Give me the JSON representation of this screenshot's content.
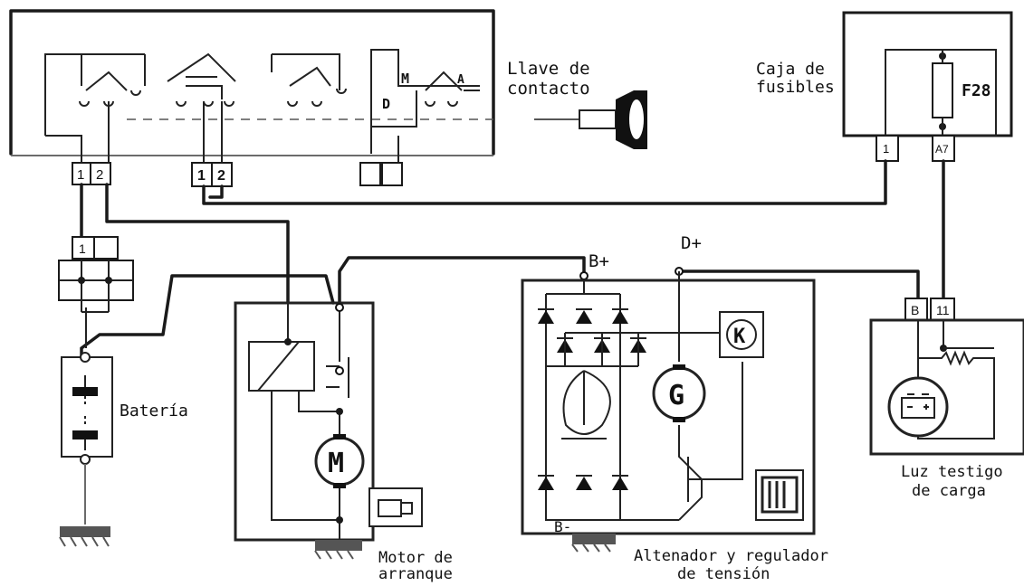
{
  "labels": {
    "ignition": [
      "Llave de",
      "contacto"
    ],
    "fusebox": [
      "Caja de",
      "fusibles"
    ],
    "fuse": "F28",
    "battery": "Batería",
    "starter": [
      "Motor de",
      "arranque"
    ],
    "alternator": [
      "Altenador y regulador",
      "de tensión"
    ],
    "warning": [
      "Luz testigo",
      "de carga"
    ],
    "bplus": "B+",
    "dplus": "D+",
    "bminus": "B-"
  },
  "pins": {
    "sw_a1": "1",
    "sw_a2": "2",
    "sw_b1": "1",
    "sw_b2": "2",
    "batt_conn": "1",
    "fuse_p1": "1",
    "fuse_p2": "A7",
    "lamp_p1": "B",
    "lamp_p2": "11"
  },
  "switch_letters": {
    "m": "M",
    "d": "D",
    "a": "A"
  },
  "component_symbols": {
    "motor": "M",
    "generator": "G",
    "relay": "K"
  },
  "icons": [
    "key-icon",
    "starter-motor-icon",
    "regulator-chip-icon",
    "ground-icon",
    "battery-lamp-icon"
  ]
}
